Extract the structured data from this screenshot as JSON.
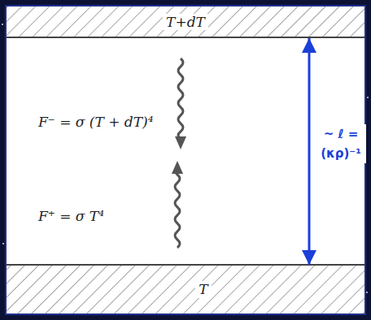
{
  "diagram": {
    "nodes": [
      {
        "text": [
          "T+dT"
        ]
      },
      {
        "text": [
          "T"
        ]
      }
    ],
    "edges": [
      {
        "from": 0,
        "to": 1,
        "arrow": "both",
        "label": "~ ℓ = (κρ)⁻¹"
      }
    ],
    "labels": [
      "F⁻ = σ (T + dT)⁴",
      "F⁺ = σ T⁴"
    ]
  }
}
